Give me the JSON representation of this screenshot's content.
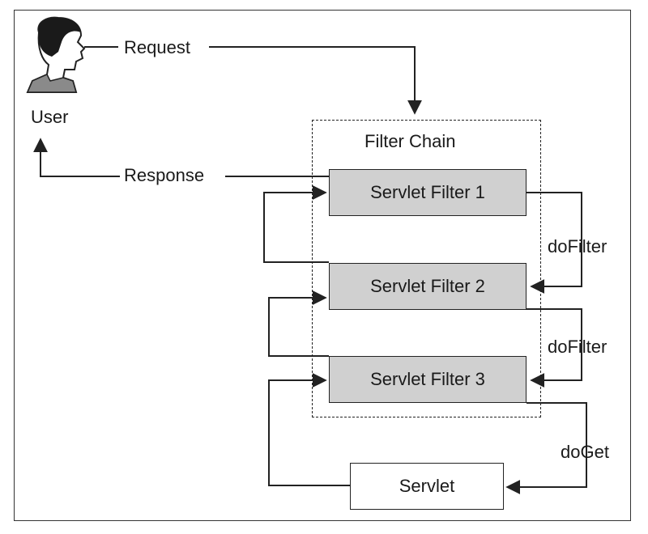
{
  "diagram": {
    "user_label": "User",
    "request_label": "Request",
    "response_label": "Response",
    "chain_label": "Filter Chain",
    "filters": [
      "Servlet Filter 1",
      "Servlet Filter 2",
      "Servlet Filter 3"
    ],
    "dofilter_labels": [
      "doFilter",
      "doFilter"
    ],
    "doget_label": "doGet",
    "servlet_label": "Servlet",
    "colors": {
      "filter_fill": "#d0d0d0",
      "line": "#222222"
    },
    "icons": [
      "user-head-icon"
    ]
  }
}
